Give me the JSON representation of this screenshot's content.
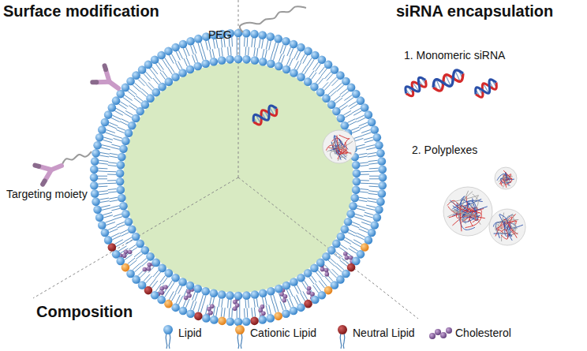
{
  "diagram": {
    "labels": [
      "Surface modification",
      "siRNA encapsulation",
      "PEG",
      "Targeting moiety",
      "1. Monomeric siRNA",
      "2. Polyplexes",
      "Composition"
    ],
    "legend": [
      {
        "text": "Lipid"
      },
      {
        "text": "Cationic Lipid"
      },
      {
        "text": "Neutral Lipid"
      },
      {
        "text": "Cholesterol"
      }
    ]
  }
}
